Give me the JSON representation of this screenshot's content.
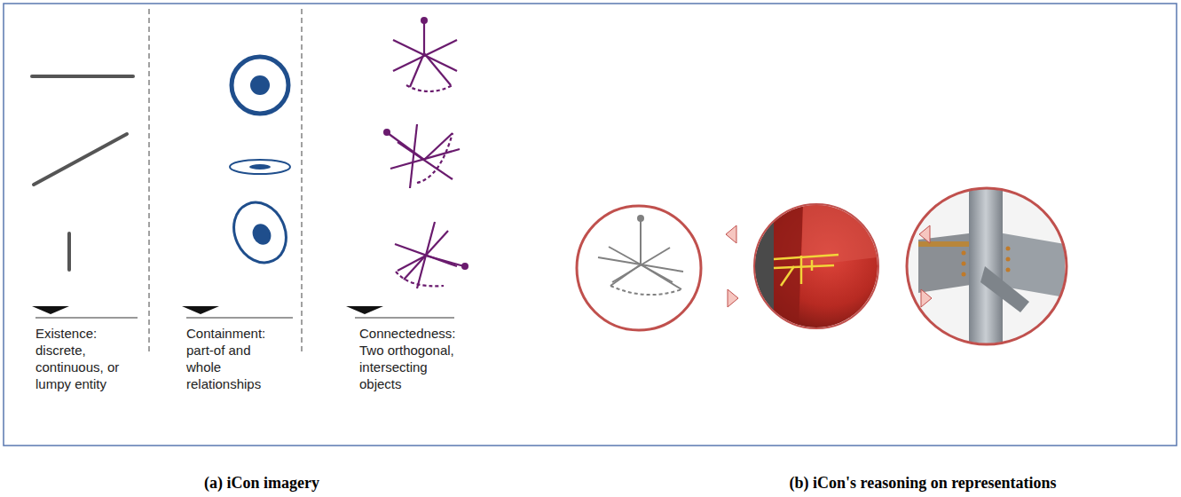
{
  "diagram": {
    "labels": [
      "Existence: discrete, continuous, or lumpy entity",
      "Containment: part-of and whole relationships",
      "Connectedness: Two orthogonal, intersecting objects",
      "(a) iCon imagery",
      "(b) iCon's reasoning on representations"
    ]
  }
}
